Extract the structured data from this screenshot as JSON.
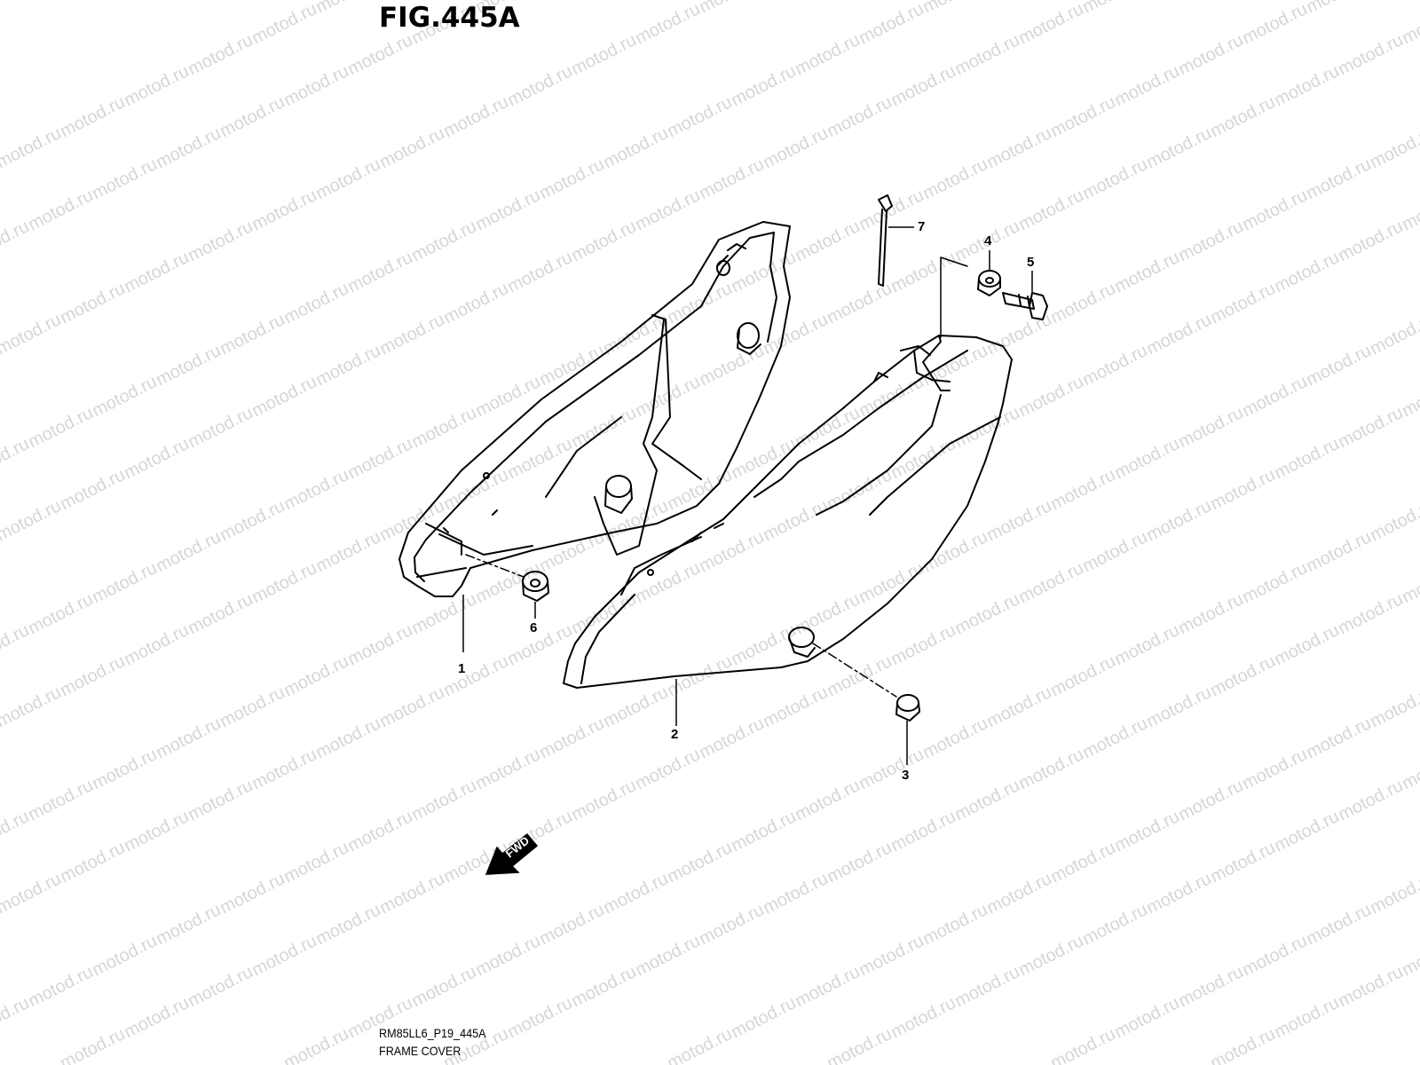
{
  "figure": {
    "title": "FIG.445A",
    "code": "RM85LL6_P19_445A",
    "name": "FRAME COVER"
  },
  "forward_arrow": {
    "label": "FWD"
  },
  "callouts": [
    {
      "id": "callout-1",
      "label": "1"
    },
    {
      "id": "callout-2",
      "label": "2"
    },
    {
      "id": "callout-3",
      "label": "3"
    },
    {
      "id": "callout-4",
      "label": "4"
    },
    {
      "id": "callout-5",
      "label": "5"
    },
    {
      "id": "callout-6",
      "label": "6"
    },
    {
      "id": "callout-7",
      "label": "7"
    }
  ],
  "watermark": {
    "text": "motod.ru"
  }
}
